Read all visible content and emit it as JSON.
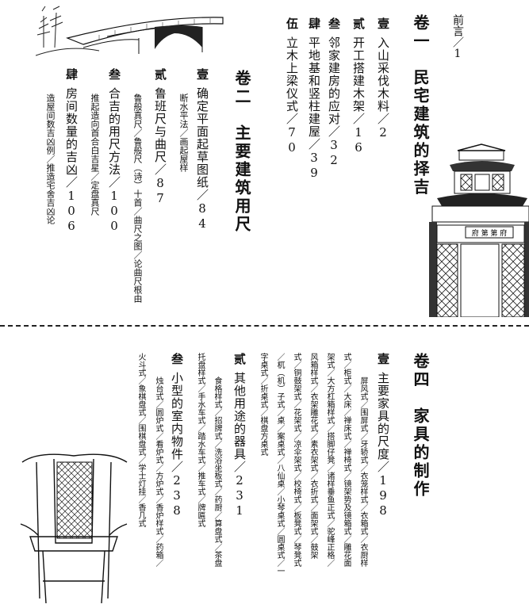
{
  "header": {
    "preface": "前言／1"
  },
  "vol1": {
    "title": "卷一　民宅建筑的择吉",
    "items": [
      {
        "num": "壹",
        "text": "入山采伐木料／2"
      },
      {
        "num": "贰",
        "text": "开工搭建木架／16"
      },
      {
        "num": "叁",
        "text": "邻家建房的应对／32"
      },
      {
        "num": "肆",
        "text": "平地基和竖柱建屋／39"
      },
      {
        "num": "伍",
        "text": "立木上梁仪式／70"
      }
    ]
  },
  "vol2": {
    "title": "卷二　主要建筑用尺",
    "items": [
      {
        "num": "壹",
        "text": "确定平面起草图纸／84",
        "sub": "断水平法／画起屋样"
      },
      {
        "num": "贰",
        "text": "鲁班尺与曲尺／87",
        "sub": "鲁般真尺／鲁般尺（诗）十首／曲尺之图／论曲尺根由"
      },
      {
        "num": "叁",
        "text": "合吉的用尺方法／100",
        "sub": "推起造向首合白吉星／定盘真尺"
      },
      {
        "num": "肆",
        "text": "房间数量的吉凶／106",
        "sub": "造屋间数吉凶例／推造宅舍吉凶论"
      }
    ]
  },
  "vol4": {
    "title": "卷四　家具的制作",
    "items": [
      {
        "num": "壹",
        "text": "主要家具的尺度／198",
        "subs": [
          "屏风式／围屏式／牙轿式／衣笼样式／衣箱式／衣厨样",
          "式／柜式／大床／禅床式／禅椅式／镜架势及镜箱式／雕花面",
          "架式／大方杠箱样式／搭脚仔凳／诸样垂鱼正式／驼峰正格／",
          "风箱样式／衣架雕花式／素衣架式／衣折式／面架式／鼓架",
          "式／铜鼓架式／花架式／凉伞架式／校椅式／板凳式／琴凳式",
          "／杌（机）子式／桌／案桌式／八仙桌／小琴桌式／圆桌式／一",
          "字桌式／折桌式／棋盘方桌式"
        ]
      },
      {
        "num": "贰",
        "text": "其他用途的器具／231",
        "subs": [
          "食格样式／招牌式／洗浴坐板式／药厨／算盘式／茶盘",
          "托盘样式／手水车式／踏水车式／推车式／牌匾式"
        ]
      },
      {
        "num": "叁",
        "text": "小型的室内物件／238",
        "subs": [
          "烛台式／圆炉式／看炉式／方炉式／香炉样式／药箱／",
          "火斗式／象棋盘式／围棋盘式／学士灯挂／香几式"
        ]
      }
    ]
  },
  "gate_sign": "府 第 第 府"
}
